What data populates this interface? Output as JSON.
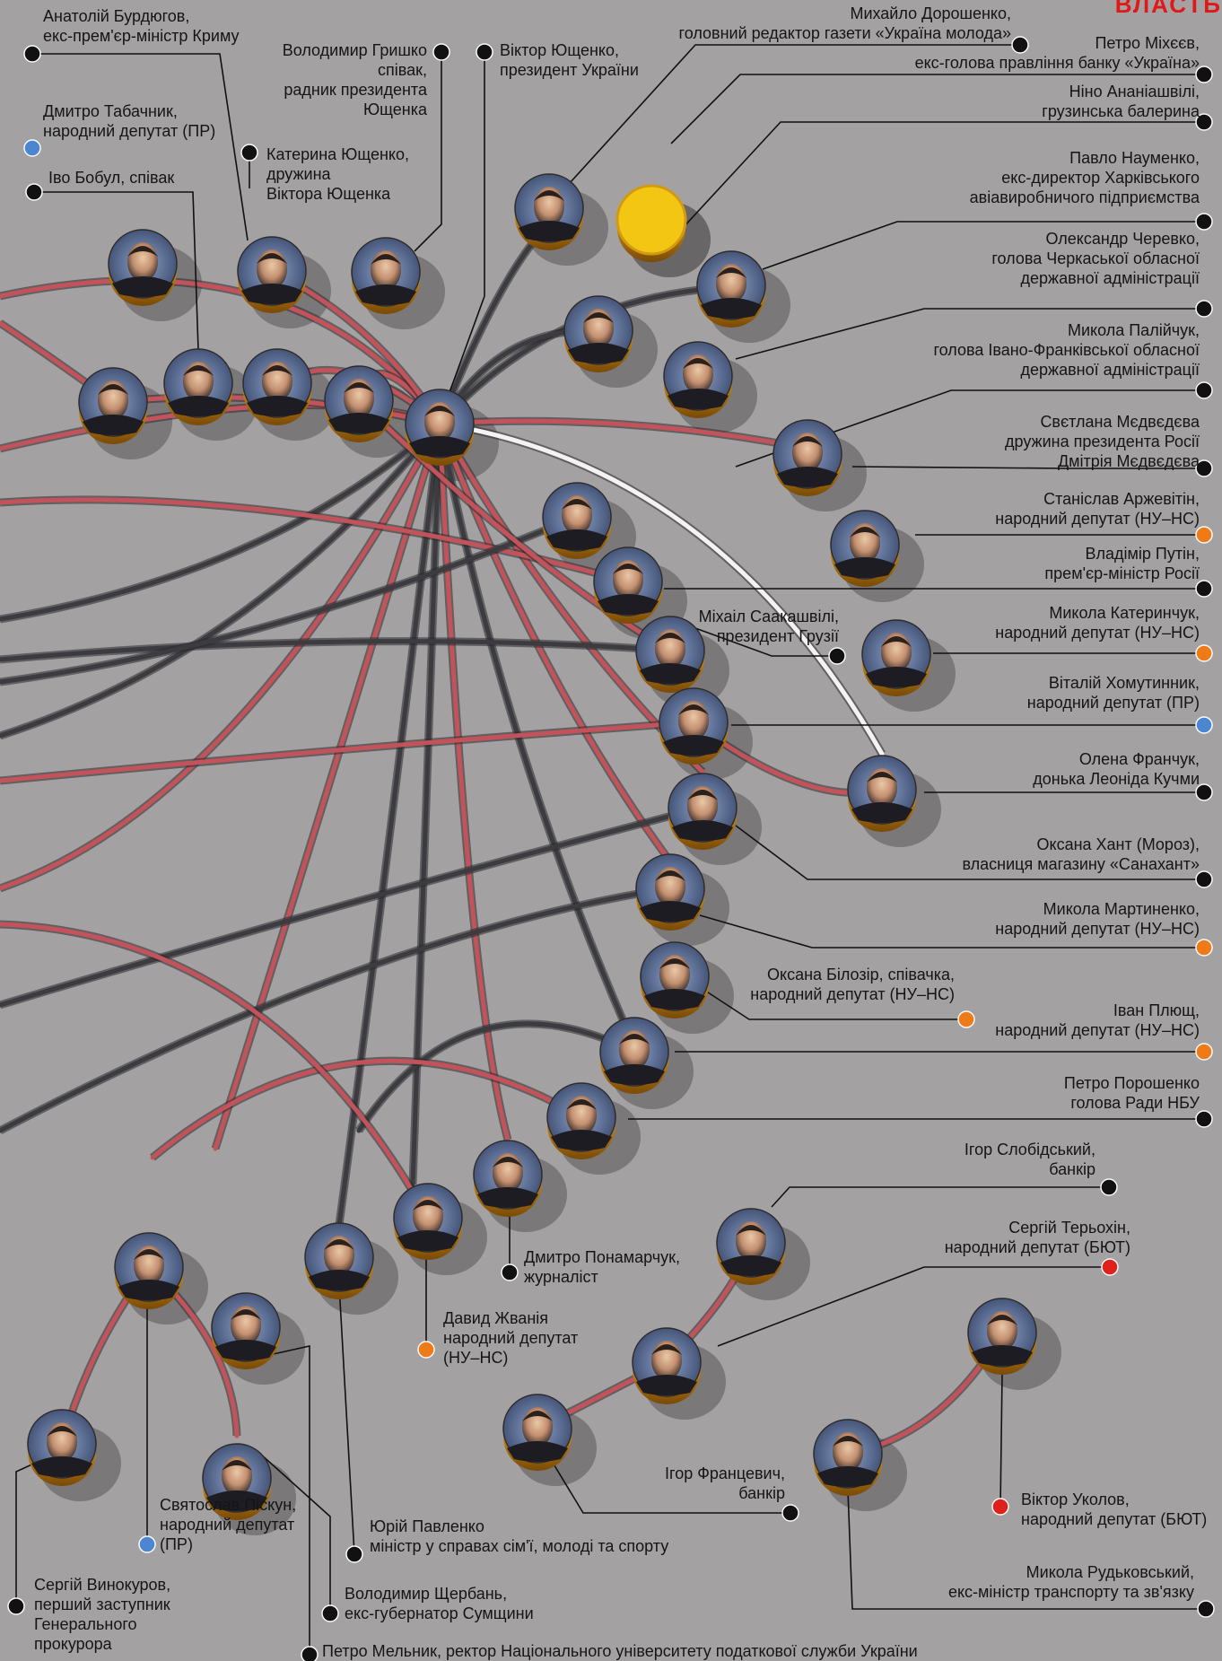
{
  "corner_logo": "ВЛАСТЬ",
  "colors": {
    "background": "#a3a1a1",
    "leader_line": "#111111",
    "arc_dark": "#3c3b40",
    "arc_red": "#c2535a",
    "arc_white": "#f5f3f1",
    "frame_gold": "#d29a20",
    "dot_black": "#111111",
    "dot_blue": "#4d86d0",
    "dot_orange": "#ef7a18",
    "dot_red": "#e0201a"
  },
  "center": "Віктор Ющенко, президент України",
  "people": [
    {
      "id": "burdyugov",
      "lines": [
        "Анатолій Бурдюгов,",
        "екс-прем'єр-міністр Криму"
      ],
      "dot": "black"
    },
    {
      "id": "hryshko",
      "lines": [
        "Володимир Гришко",
        "співак,",
        "радник президента",
        "Ющенка"
      ],
      "dot": "black"
    },
    {
      "id": "yushchenko",
      "lines": [
        "Віктор Ющенко,",
        "президент України"
      ],
      "dot": "black"
    },
    {
      "id": "doroshenko",
      "lines": [
        "Михайло Дорошенко,",
        "головний редактор газети «Україна молода»"
      ],
      "dot": "black"
    },
    {
      "id": "mikheev",
      "lines": [
        "Петро Міхєєв,",
        "екс-голова правління банку «Україна»"
      ],
      "dot": "black"
    },
    {
      "id": "ananiashvili",
      "lines": [
        "Ніно Ананіашвілі,",
        "грузинська балерина"
      ],
      "dot": "black"
    },
    {
      "id": "naumenko",
      "lines": [
        "Павло Науменко,",
        "екс-директор Харківського",
        "авіавиробничого підприємства"
      ],
      "dot": "black"
    },
    {
      "id": "cherevko",
      "lines": [
        "Олександр Черевко,",
        "голова Черкаської обласної",
        "державної адміністрації"
      ],
      "dot": "black"
    },
    {
      "id": "paliichuk",
      "lines": [
        "Микола Палійчук,",
        "голова Івано-Франківської обласної",
        "державної адміністрації"
      ],
      "dot": "black"
    },
    {
      "id": "medvedeva",
      "lines": [
        "Свєтлана Мєдвєдєва",
        "дружина президента Росії",
        "Дмітрія Мєдвєдєва"
      ],
      "dot": "black"
    },
    {
      "id": "arzhevitin",
      "lines": [
        "Станіслав Аржевітін,",
        "народний депутат (НУ–НС)"
      ],
      "dot": "orange"
    },
    {
      "id": "putin",
      "lines": [
        "Владімір Путін,",
        "прем'єр-міністр Росії"
      ],
      "dot": "black"
    },
    {
      "id": "katerynchuk",
      "lines": [
        "Микола Катеринчук,",
        "народний депутат (НУ–НС)"
      ],
      "dot": "orange"
    },
    {
      "id": "khomutynnyk",
      "lines": [
        "Віталій Хомутинник,",
        "народний депутат (ПР)"
      ],
      "dot": "blue"
    },
    {
      "id": "franchuk",
      "lines": [
        "Олена Франчук,",
        "донька Леоніда Кучми"
      ],
      "dot": "black"
    },
    {
      "id": "hunt",
      "lines": [
        "Оксана Хант (Мороз),",
        "власниця магазину «Санахант»"
      ],
      "dot": "black"
    },
    {
      "id": "martynenko",
      "lines": [
        "Микола Мартиненко,",
        "народний депутат (НУ–НС)"
      ],
      "dot": "orange"
    },
    {
      "id": "pliushch",
      "lines": [
        "Іван Плющ,",
        "народний депутат (НУ–НС)"
      ],
      "dot": "orange"
    },
    {
      "id": "poroshenko",
      "lines": [
        "Петро Порошенко",
        "голова Ради НБУ"
      ],
      "dot": "black"
    },
    {
      "id": "slobidskyi",
      "lines": [
        "Ігор Слобідський,",
        "банкір"
      ],
      "dot": "black"
    },
    {
      "id": "terekhin",
      "lines": [
        "Сергій Терьохін,",
        "народний депутат (БЮТ)"
      ],
      "dot": "red"
    },
    {
      "id": "ukolov",
      "lines": [
        "Віктор Уколов,",
        "народний депутат (БЮТ)"
      ],
      "dot": "red"
    },
    {
      "id": "rudkovskyi",
      "lines": [
        "Микола Рудьковський,",
        "екс-міністр транспорту та зв'язку"
      ],
      "dot": "black"
    },
    {
      "id": "melnyk",
      "lines": [
        "Петро Мельник, ректор Національного університету податкової служби України"
      ],
      "dot": "black"
    },
    {
      "id": "vynokurov",
      "lines": [
        "Сергій Винокуров,",
        "перший заступник",
        "Генерального",
        "прокурора"
      ],
      "dot": "black"
    },
    {
      "id": "tabachnyk",
      "lines": [
        "Дмитро Табачник,",
        "народний депутат (ПР)"
      ],
      "dot": "blue"
    },
    {
      "id": "bobul",
      "lines": [
        "Іво Бобул, співак"
      ],
      "dot": "black"
    },
    {
      "id": "kateryna",
      "lines": [
        "Катерина Ющенко,",
        "дружина",
        "Віктора Ющенка"
      ],
      "dot": "black"
    },
    {
      "id": "saakashvili",
      "lines": [
        "Міхаіл Саакашвілі,",
        "президент Грузії"
      ],
      "dot": "black"
    },
    {
      "id": "bilozir",
      "lines": [
        "Оксана Білозір, співачка,",
        "народний депутат (НУ–НС)"
      ],
      "dot": "orange"
    },
    {
      "id": "ponamarchuk",
      "lines": [
        "Дмитро Понамарчук,",
        "журналіст"
      ],
      "dot": "black"
    },
    {
      "id": "zhvania",
      "lines": [
        "Давид Жванія",
        "народний депутат",
        "(НУ–НС)"
      ],
      "dot": "orange"
    },
    {
      "id": "frantsevych",
      "lines": [
        "Ігор Францевич,",
        "банкір"
      ],
      "dot": "black"
    },
    {
      "id": "piskun",
      "lines": [
        "Святослав Піскун,",
        "народний депутат",
        "(ПР)"
      ],
      "dot": "blue"
    },
    {
      "id": "pavlenko",
      "lines": [
        "Юрій Павленко",
        "міністр у справах сім'ї, молоді та спорту"
      ],
      "dot": "black"
    },
    {
      "id": "shcherban",
      "lines": [
        "Володимир Щербань,",
        "екс-губернатор Сумщини"
      ],
      "dot": "black"
    }
  ]
}
